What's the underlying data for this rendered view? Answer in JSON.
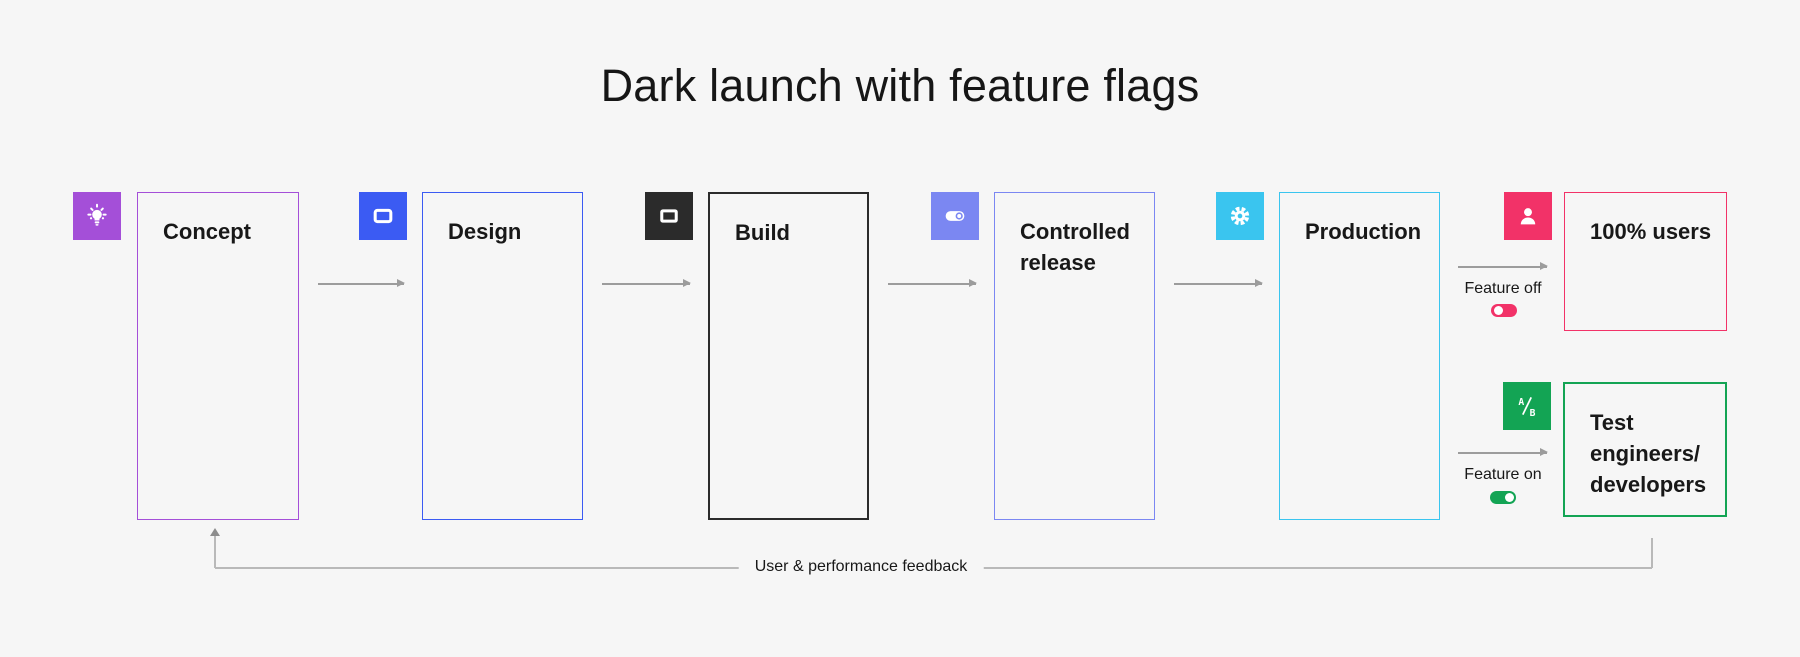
{
  "title": "Dark launch with feature flags",
  "palette": {
    "background": "#f6f6f6",
    "text": "#181818",
    "concept_purple": "#a44fd8",
    "design_blue": "#3b5bf3",
    "build_dark": "#2b2b2b",
    "controlled_periwinkle": "#7b87f2",
    "production_cyan": "#3ac5ef",
    "users_pink": "#f23268",
    "testers_green": "#13a454",
    "arrow_gray": "#9c9c9c",
    "feedback_line_gray": "#b9b9b9"
  },
  "stages": [
    {
      "label": "Concept",
      "icon": "idea-icon",
      "color": "#a44fd8"
    },
    {
      "label": "Design",
      "icon": "design-icon",
      "color": "#3b5bf3"
    },
    {
      "label": "Build",
      "icon": "build-icon",
      "color": "#2b2b2b"
    },
    {
      "label": "Controlled release",
      "icon": "toggle-icon",
      "color": "#7b87f2"
    },
    {
      "label": "Production",
      "icon": "gear-icon",
      "color": "#3ac5ef"
    }
  ],
  "branches": [
    {
      "label": "Feature off",
      "toggle_state": "off",
      "toggle_color": "#f23268",
      "target": {
        "label": "100% users",
        "icon": "user-icon",
        "color": "#f23268"
      }
    },
    {
      "label": "Feature on",
      "toggle_state": "on",
      "toggle_color": "#13a454",
      "target": {
        "label": "Test engineers/developers",
        "label_lines": [
          "Test",
          "engineers/",
          "developers"
        ],
        "icon": "ab-test-icon",
        "color": "#13a454"
      }
    }
  ],
  "feedback": {
    "label": "User & performance feedback"
  }
}
